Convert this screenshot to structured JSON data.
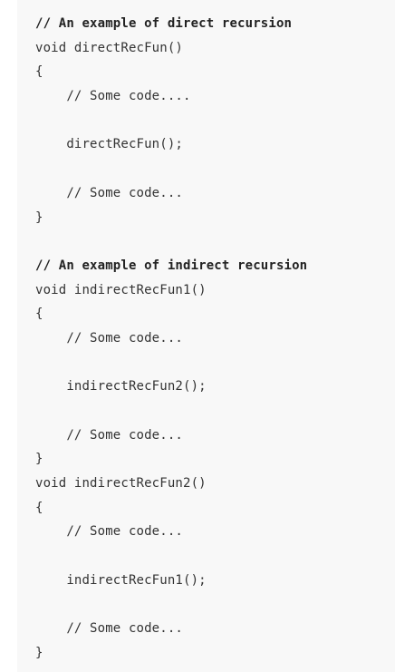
{
  "code": {
    "language": "c",
    "lines": [
      {
        "text": "// An example of direct recursion",
        "bold": true
      },
      {
        "text": "void directRecFun()",
        "bold": false
      },
      {
        "text": "{",
        "bold": false
      },
      {
        "text": "    // Some code....",
        "bold": false
      },
      {
        "text": "",
        "bold": false
      },
      {
        "text": "    directRecFun();",
        "bold": false
      },
      {
        "text": "",
        "bold": false
      },
      {
        "text": "    // Some code...",
        "bold": false
      },
      {
        "text": "}",
        "bold": false
      },
      {
        "text": "",
        "bold": false
      },
      {
        "text": "// An example of indirect recursion",
        "bold": true
      },
      {
        "text": "void indirectRecFun1()",
        "bold": false
      },
      {
        "text": "{",
        "bold": false
      },
      {
        "text": "    // Some code...",
        "bold": false
      },
      {
        "text": "",
        "bold": false
      },
      {
        "text": "    indirectRecFun2();",
        "bold": false
      },
      {
        "text": "",
        "bold": false
      },
      {
        "text": "    // Some code...",
        "bold": false
      },
      {
        "text": "}",
        "bold": false
      },
      {
        "text": "void indirectRecFun2()",
        "bold": false
      },
      {
        "text": "{",
        "bold": false
      },
      {
        "text": "    // Some code...",
        "bold": false
      },
      {
        "text": "",
        "bold": false
      },
      {
        "text": "    indirectRecFun1();",
        "bold": false
      },
      {
        "text": "",
        "bold": false
      },
      {
        "text": "    // Some code...",
        "bold": false
      },
      {
        "text": "}",
        "bold": false
      }
    ]
  },
  "colors": {
    "code_background": "#f8f8f8",
    "code_text": "#333333",
    "comment_text": "#222222"
  }
}
